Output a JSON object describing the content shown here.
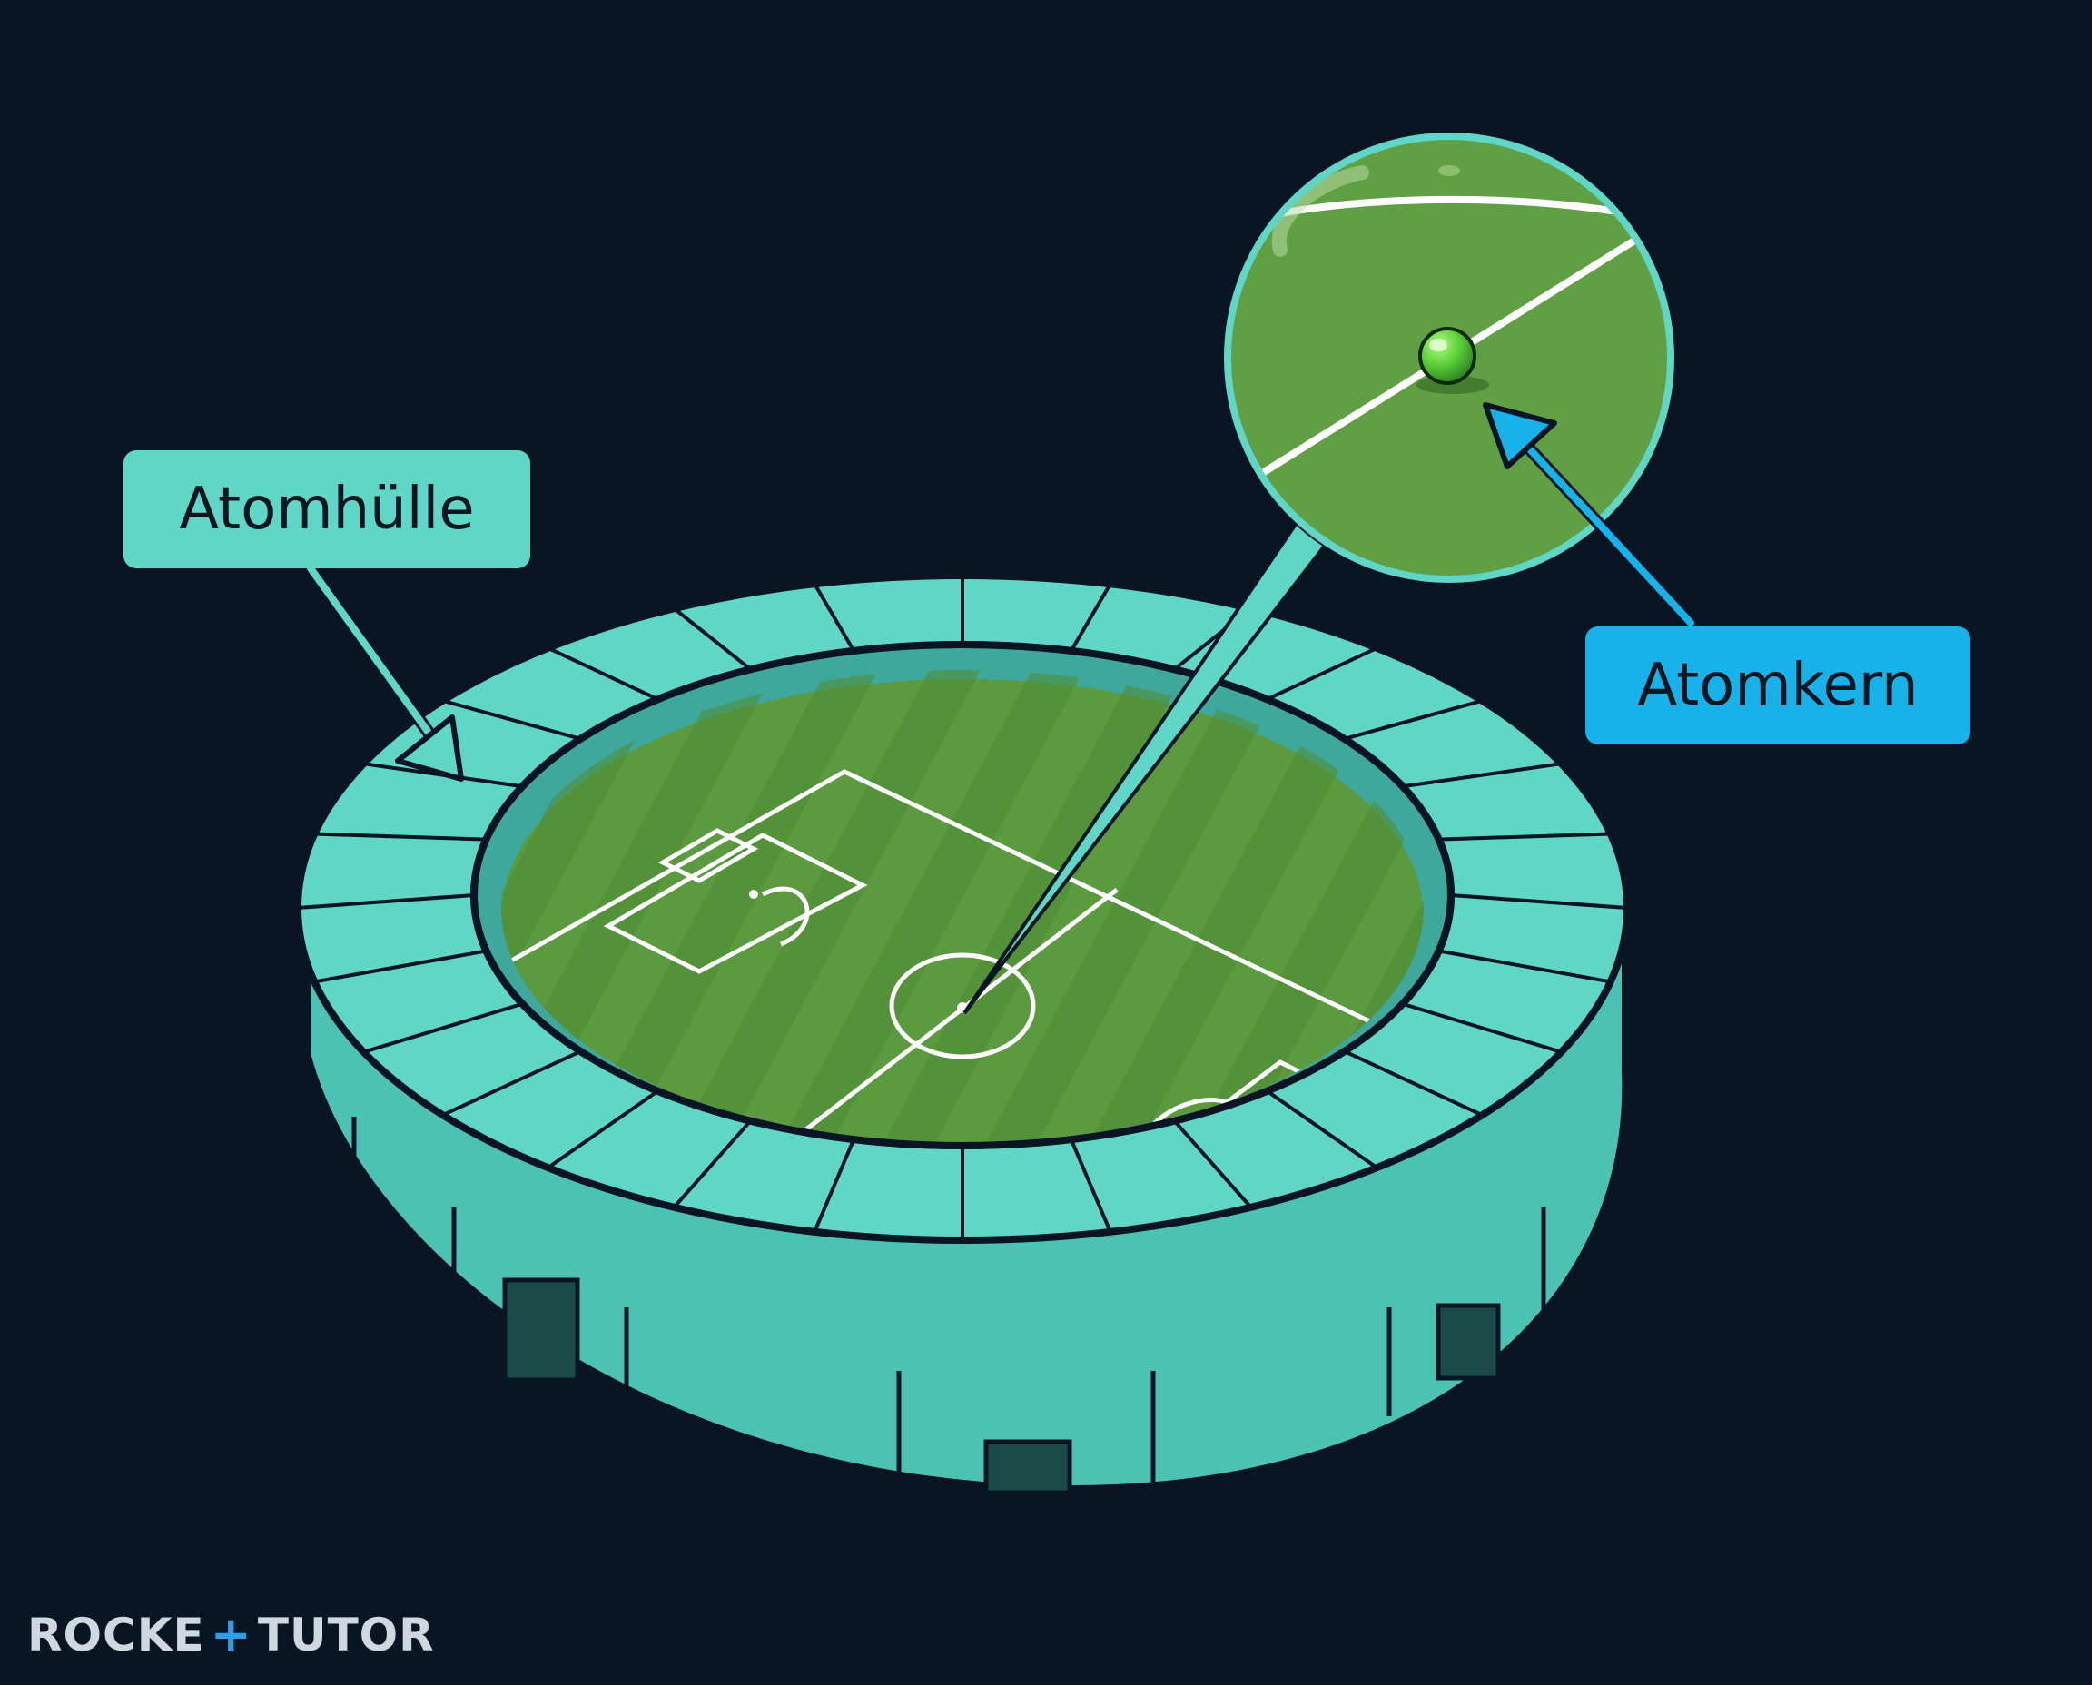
{
  "labels": {
    "shell": "Atomhülle",
    "nucleus": "Atomkern"
  },
  "brand": {
    "part_a": "ROCKE",
    "plus": "+",
    "part_b": "TUTOR"
  },
  "colors": {
    "background": "#091522",
    "stadium": "#5fd6c6",
    "stadium_dark": "#3fb0a4",
    "pitch": "#5b9a3f",
    "nucleus_ball": "#5fd43a",
    "shell_label_bg": "#5fd6c6",
    "nucleus_label_bg": "#18b2ea",
    "arrow_shell": "#5fd6c6",
    "arrow_nucleus": "#18b2ea"
  },
  "icons": [
    "stadium-illustration",
    "magnifier-circle",
    "nucleus-ball",
    "arrow-to-shell",
    "arrow-to-nucleus",
    "callout-pointer"
  ]
}
